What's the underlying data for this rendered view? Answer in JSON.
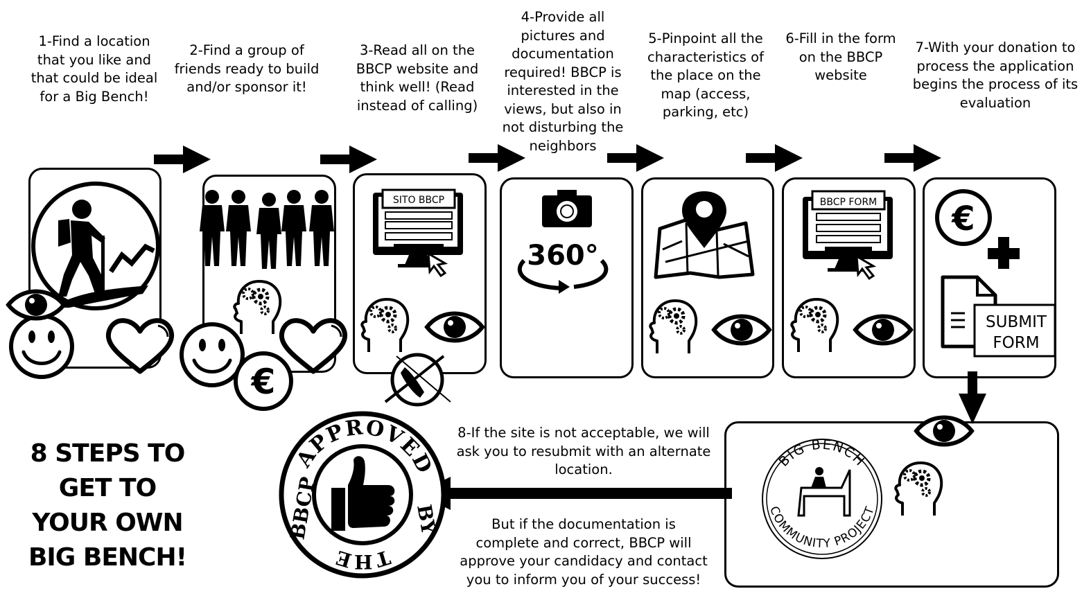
{
  "title": "8 STEPS TO\nGET TO\nYOUR OWN\nBIG BENCH!",
  "steps": [
    {
      "text": "1-Find a location\nthat you like and\nthat could be ideal\nfor a Big Bench!"
    },
    {
      "text": "2-Find a group of\nfriends ready to build\nand/or sponsor it!"
    },
    {
      "text": "3-Read all on the\nBBCP website and\nthink well! (Read\ninstead of calling)"
    },
    {
      "text": "4-Provide all\npictures and\ndocumentation\nrequired!  BBCP is\ninterested in the\nviews, but also in\nnot disturbing the\nneighbors"
    },
    {
      "text": "5-Pinpoint all the\ncharacteristics of\nthe place on the\nmap (access,\nparking, etc)"
    },
    {
      "text": "6-Fill in the form\non the BBCP\nwebsite"
    },
    {
      "text": "7-With your donation to\nprocess the application\nbegins the process of its\nevaluation"
    }
  ],
  "step8": {
    "reject_text": "8-If the site is not acceptable, we will\nask you to resubmit with an alternate\nlocation.",
    "approve_text": "But if the documentation is\ncomplete and correct, BBCP will\napprove your candidacy and contact\nyou to inform you of your success!"
  },
  "icons": {
    "website_label": "SITO BBCP",
    "form_label": "BBCP FORM",
    "submit_label": "SUBMIT\nFORM",
    "camera_label": "360°",
    "euro_symbol": "€",
    "logo_top": "BIG BENCH",
    "logo_bottom": "COMMUNITY PROJECT",
    "stamp_top": "APPROVED",
    "stamp_right": "BY",
    "stamp_bottom": "THE",
    "stamp_left": "BBCP"
  }
}
